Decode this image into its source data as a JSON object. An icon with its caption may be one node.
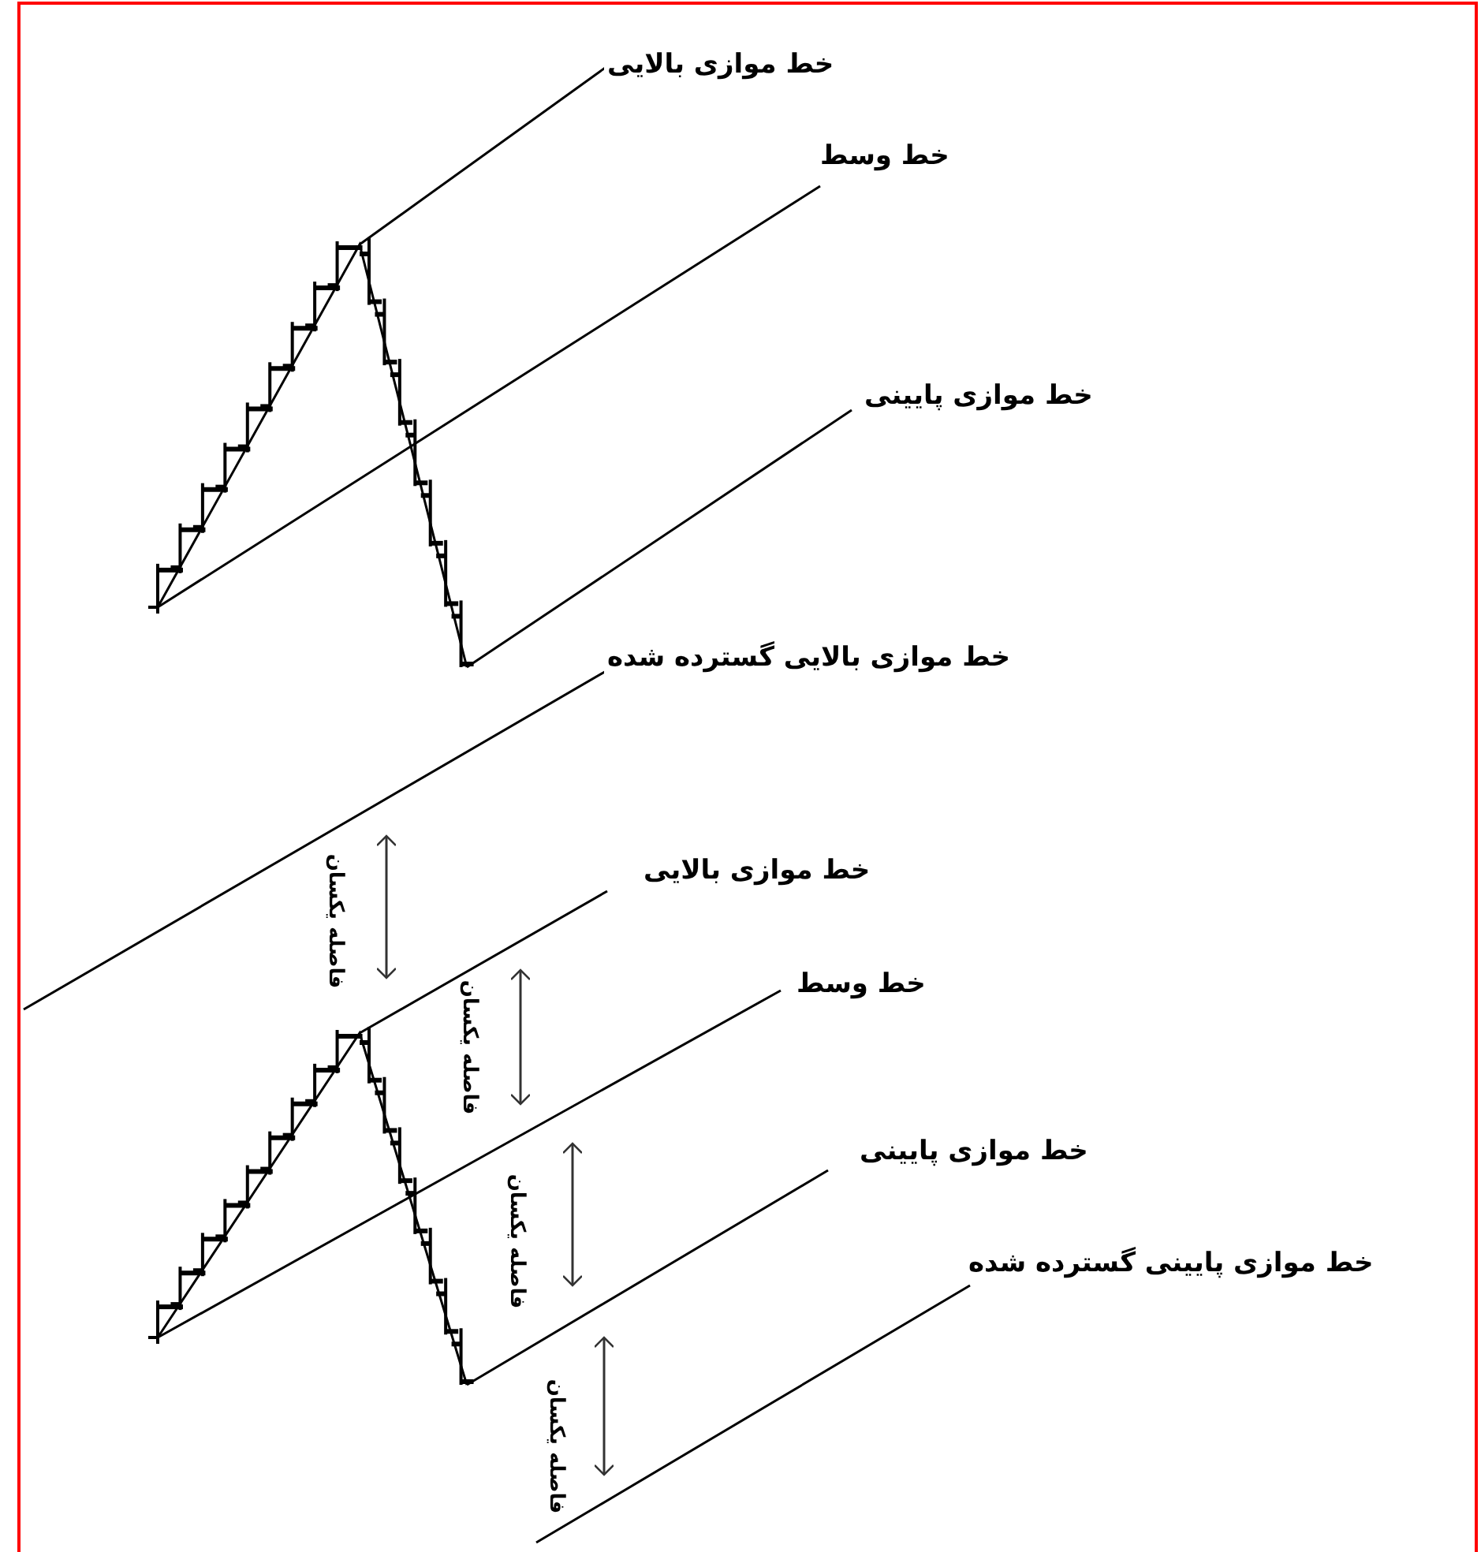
{
  "diagram": {
    "labels": [
      "خط موازی بالایی",
      "خط وسط",
      "خط موازی پایینی",
      "خط موازی بالایی گسترده شده",
      "فاصله یکسان",
      "خط موازی بالایی",
      "خط وسط",
      "فاصله یکسان",
      "خط موازی پایینی",
      "فاصله یکسان",
      "خط موازی پایینی گسترده شده",
      "فاصله یکسان"
    ]
  }
}
